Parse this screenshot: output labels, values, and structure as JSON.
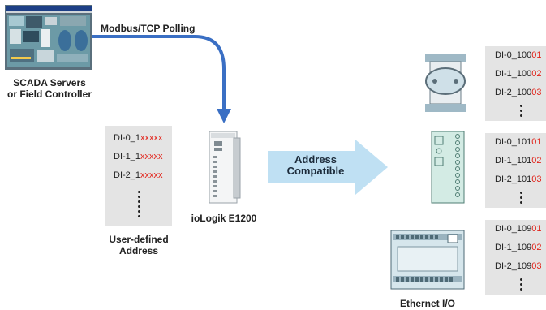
{
  "scada": {
    "label_line1": "SCADA Servers",
    "label_line2": "or Field Controller"
  },
  "polling_label": "Modbus/TCP Polling",
  "user_defined": {
    "rows": [
      {
        "prefix": "DI-0_1",
        "suffix": "xxxxx"
      },
      {
        "prefix": "DI-1_1",
        "suffix": "xxxxx"
      },
      {
        "prefix": "DI-2_1",
        "suffix": "xxxxx"
      }
    ],
    "label_line1": "User-defined",
    "label_line2": "Address"
  },
  "device_label": "ioLogik E1200",
  "compat_arrow": {
    "line1": "Address",
    "line2": "Compatible"
  },
  "ethernet_io_label": "Ethernet I/O",
  "device_lists": [
    {
      "rows": [
        {
          "prefix": "DI-0_100",
          "suffix": "01"
        },
        {
          "prefix": "DI-1_100",
          "suffix": "02"
        },
        {
          "prefix": "DI-2_100",
          "suffix": "03"
        }
      ]
    },
    {
      "rows": [
        {
          "prefix": "DI-0_101",
          "suffix": "01"
        },
        {
          "prefix": "DI-1_101",
          "suffix": "02"
        },
        {
          "prefix": "DI-2_101",
          "suffix": "03"
        }
      ]
    },
    {
      "rows": [
        {
          "prefix": "DI-0_109",
          "suffix": "01"
        },
        {
          "prefix": "DI-1_109",
          "suffix": "02"
        },
        {
          "prefix": "DI-2_109",
          "suffix": "03"
        }
      ]
    }
  ],
  "colors": {
    "arrow_blue": "#3a6fc4",
    "compat_arrow": "#bfe0f3",
    "address_red": "#e2231a",
    "panel_gray": "#e4e4e4"
  }
}
